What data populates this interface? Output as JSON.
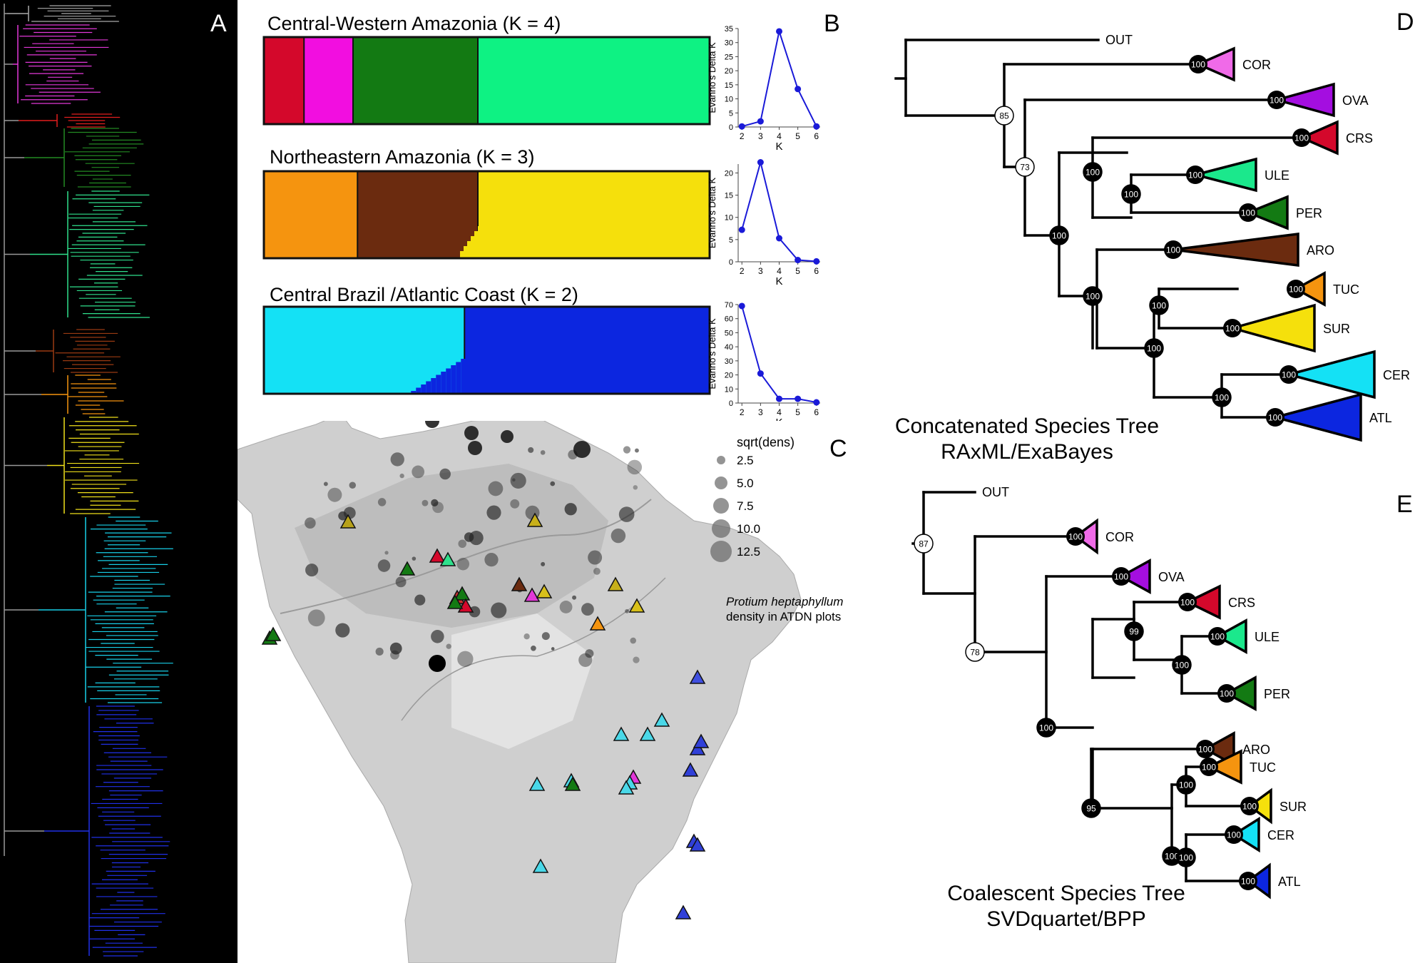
{
  "panels": {
    "A": {
      "letter": "A"
    },
    "B": {
      "letter": "B",
      "plots": [
        {
          "title": "Central-Western Amazonia (K = 4)",
          "ylabel": "Evanno's Delta K",
          "xlabel": "K",
          "x": [
            2,
            3,
            4,
            5,
            6
          ],
          "y": [
            0.2,
            2,
            34,
            13.5,
            0.2
          ],
          "ylim": [
            0,
            35
          ],
          "yticks": [
            0,
            5,
            10,
            15,
            20,
            25,
            30,
            35
          ],
          "clusters": [
            {
              "name": "red",
              "color": "#d4082b",
              "frac": 0.09
            },
            {
              "name": "magenta",
              "color": "#f20ee0",
              "frac": 0.11
            },
            {
              "name": "dark green",
              "color": "#137a13",
              "frac": 0.28
            },
            {
              "name": "light green",
              "color": "#0ef283",
              "frac": 0.52
            }
          ]
        },
        {
          "title": "Northeastern Amazonia (K = 3)",
          "ylabel": "Evanno's Delta K",
          "xlabel": "K",
          "x": [
            2,
            3,
            4,
            5,
            6
          ],
          "y": [
            7.2,
            22.4,
            5.3,
            0.4,
            0.1
          ],
          "ylim": [
            0,
            22
          ],
          "yticks": [
            0,
            5,
            10,
            15,
            20
          ],
          "clusters": [
            {
              "name": "orange",
              "color": "#f5940f",
              "frac": 0.21
            },
            {
              "name": "brown",
              "color": "#6b2b0f",
              "frac": 0.27
            },
            {
              "name": "yellow",
              "color": "#f5e00c",
              "frac": 0.52
            }
          ]
        },
        {
          "title": "Central Brazil /Atlantic Coast (K = 2)",
          "ylabel": "Evanno's Delta K",
          "xlabel": "K",
          "x": [
            2,
            3,
            4,
            5,
            6
          ],
          "y": [
            69,
            21,
            3,
            3,
            0.5
          ],
          "ylim": [
            0,
            70
          ],
          "yticks": [
            0,
            10,
            20,
            30,
            40,
            50,
            60,
            70
          ],
          "clusters": [
            {
              "name": "cyan",
              "color": "#14e1f5",
              "frac": 0.45
            },
            {
              "name": "blue",
              "color": "#0c26e0",
              "frac": 0.55
            }
          ]
        }
      ]
    },
    "C": {
      "letter": "C",
      "legend_title": "sqrt(dens)",
      "legend_values": [
        "2.5",
        "5.0",
        "7.5",
        "10.0",
        "12.5"
      ],
      "legend_caption_italic": "Protium heptaphyllum",
      "legend_caption_rest": "density in ATDN plots"
    },
    "D": {
      "letter": "D",
      "title_line1": "Concatenated Species Tree",
      "title_line2": "RAxML/ExaBayes",
      "outgroup": "OUT",
      "tips": [
        {
          "label": "COR",
          "color": "#f06ae8"
        },
        {
          "label": "OVA",
          "color": "#a40ee0"
        },
        {
          "label": "CRS",
          "color": "#d4082b"
        },
        {
          "label": "ULE",
          "color": "#1be88c"
        },
        {
          "label": "PER",
          "color": "#137a13"
        },
        {
          "label": "ARO",
          "color": "#6b2b0f"
        },
        {
          "label": "TUC",
          "color": "#f5940f"
        },
        {
          "label": "SUR",
          "color": "#f5e00c"
        },
        {
          "label": "CER",
          "color": "#14e1f5"
        },
        {
          "label": "ATL",
          "color": "#0c26e0"
        }
      ],
      "tip_support": [
        "100",
        "100",
        "100",
        "100",
        "100",
        "100",
        "100",
        "100",
        "100",
        "100"
      ],
      "internal_support": [
        "85",
        "73",
        "100",
        "100",
        "100",
        "100",
        "100",
        "100",
        "100"
      ]
    },
    "E": {
      "letter": "E",
      "title_line1": "Coalescent Species Tree",
      "title_line2": "SVDquartet/BPP",
      "outgroup": "OUT",
      "tips": [
        {
          "label": "COR",
          "color": "#f06ae8"
        },
        {
          "label": "OVA",
          "color": "#a40ee0"
        },
        {
          "label": "CRS",
          "color": "#d4082b"
        },
        {
          "label": "ULE",
          "color": "#1be88c"
        },
        {
          "label": "PER",
          "color": "#137a13"
        },
        {
          "label": "ARO",
          "color": "#6b2b0f"
        },
        {
          "label": "TUC",
          "color": "#f5940f"
        },
        {
          "label": "SUR",
          "color": "#f5e00c"
        },
        {
          "label": "CER",
          "color": "#14e1f5"
        },
        {
          "label": "ATL",
          "color": "#0c26e0"
        }
      ],
      "tip_support": [
        "100",
        "100",
        "100",
        "100",
        "100",
        "100",
        "100",
        "100",
        "100",
        "100"
      ],
      "internal_support": [
        "87",
        "78",
        "99",
        "100",
        "100",
        "95",
        "100",
        "100",
        "100"
      ]
    }
  }
}
